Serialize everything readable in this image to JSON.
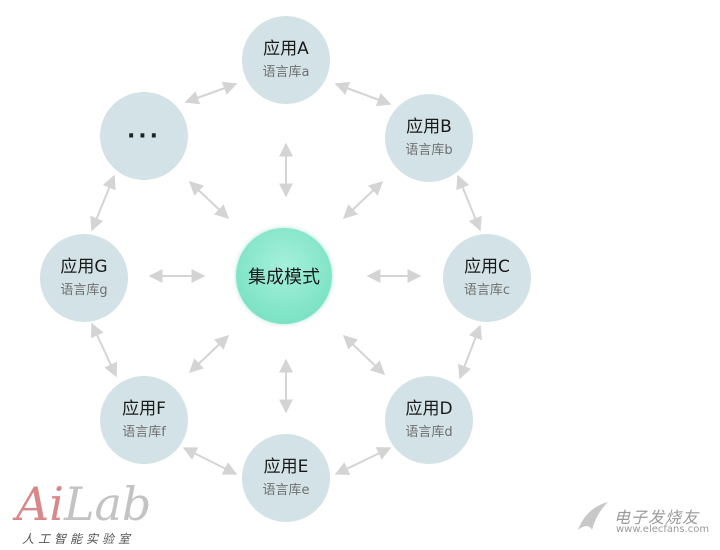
{
  "diagram": {
    "center": {
      "label": "集成模式"
    },
    "nodes": [
      {
        "id": "app-a",
        "title": "应用A",
        "subtitle": "语言库a"
      },
      {
        "id": "app-b",
        "title": "应用B",
        "subtitle": "语言库b"
      },
      {
        "id": "app-c",
        "title": "应用C",
        "subtitle": "语言库c"
      },
      {
        "id": "app-d",
        "title": "应用D",
        "subtitle": "语言库d"
      },
      {
        "id": "app-e",
        "title": "应用E",
        "subtitle": "语言库e"
      },
      {
        "id": "app-f",
        "title": "应用F",
        "subtitle": "语言库f"
      },
      {
        "id": "app-g",
        "title": "应用G",
        "subtitle": "语言库g"
      },
      {
        "id": "more",
        "title": "···",
        "subtitle": ""
      }
    ],
    "colors": {
      "node": "#d3e2e6",
      "center": "#86e6c9",
      "arrow": "#d4d4d4"
    }
  },
  "logo": {
    "ai": "Ai",
    "lab": "Lab",
    "subtitle": "人工智能实验室"
  },
  "watermark": {
    "name": "电子发烧友",
    "url": "www.elecfans.com"
  }
}
